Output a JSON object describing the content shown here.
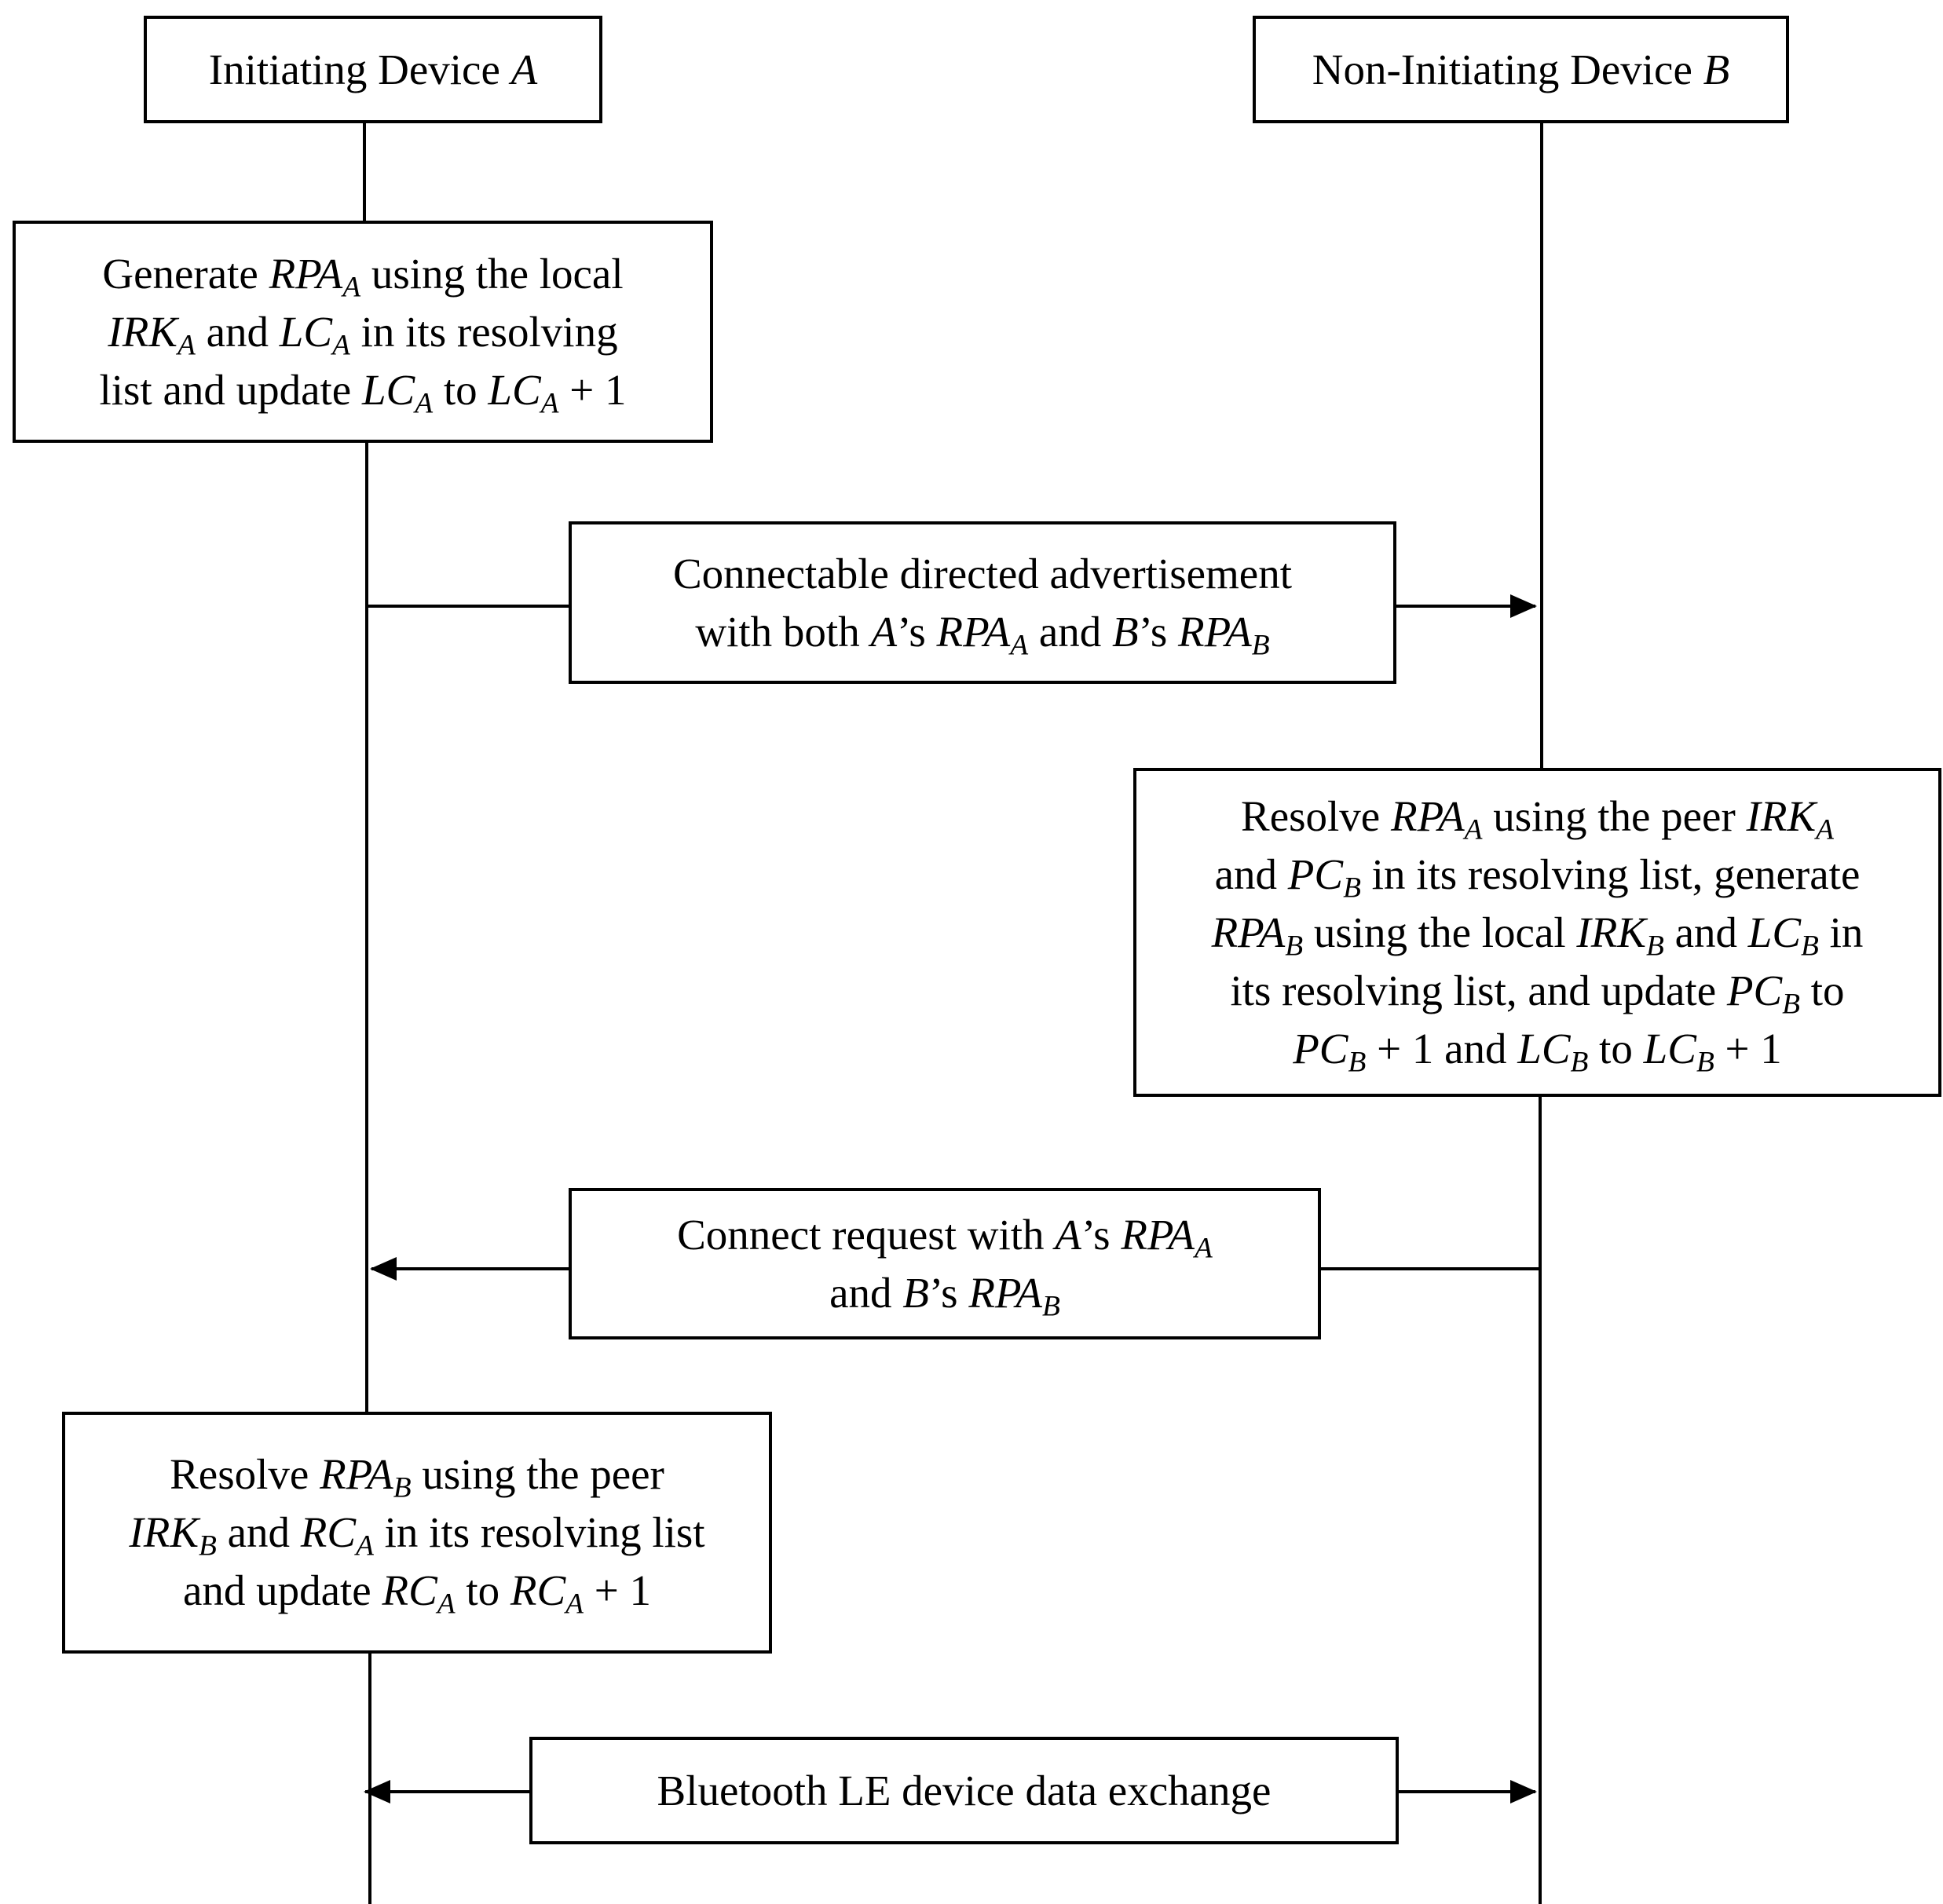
{
  "diagram": {
    "lifelines": [
      {
        "id": "A",
        "label": [
          {
            "t": "Initiating Device "
          },
          {
            "v": "A"
          }
        ]
      },
      {
        "id": "B",
        "label": [
          {
            "t": "Non-Initiating Device "
          },
          {
            "v": "B"
          }
        ]
      }
    ],
    "steps": [
      {
        "id": "gen-a",
        "kind": "process",
        "lines": [
          [
            {
              "t": "Generate "
            },
            {
              "v": "RPA",
              "s": "A"
            },
            {
              "t": " using the local"
            }
          ],
          [
            {
              "v": "IRK",
              "s": "A"
            },
            {
              "t": " and "
            },
            {
              "v": "LC",
              "s": "A"
            },
            {
              "t": " in its resolving"
            }
          ],
          [
            {
              "t": "list and update "
            },
            {
              "v": "LC",
              "s": "A"
            },
            {
              "t": " to "
            },
            {
              "v": "LC",
              "s": "A"
            },
            {
              "t": " + 1"
            }
          ]
        ]
      },
      {
        "id": "msg-adv",
        "kind": "message",
        "direction": "A->B",
        "lines": [
          [
            {
              "t": "Connectable directed advertisement"
            }
          ],
          [
            {
              "t": "with both "
            },
            {
              "v": "A"
            },
            {
              "t": "’s "
            },
            {
              "v": "RPA",
              "s": "A"
            },
            {
              "t": " and "
            },
            {
              "v": "B"
            },
            {
              "t": "’s "
            },
            {
              "v": "RPA",
              "s": "B"
            }
          ]
        ]
      },
      {
        "id": "resolve-b",
        "kind": "process",
        "lines": [
          [
            {
              "t": "Resolve "
            },
            {
              "v": "RPA",
              "s": "A"
            },
            {
              "t": " using the peer "
            },
            {
              "v": "IRK",
              "s": "A"
            }
          ],
          [
            {
              "t": "and "
            },
            {
              "v": "PC",
              "s": "B"
            },
            {
              "t": " in its resolving list, generate"
            }
          ],
          [
            {
              "v": "RPA",
              "s": "B"
            },
            {
              "t": " using the local "
            },
            {
              "v": "IRK",
              "s": "B"
            },
            {
              "t": " and "
            },
            {
              "v": "LC",
              "s": "B"
            },
            {
              "t": " in"
            }
          ],
          [
            {
              "t": "its resolving list, and update "
            },
            {
              "v": "PC",
              "s": "B"
            },
            {
              "t": " to"
            }
          ],
          [
            {
              "v": "PC",
              "s": "B"
            },
            {
              "t": " + 1 and "
            },
            {
              "v": "LC",
              "s": "B"
            },
            {
              "t": " to "
            },
            {
              "v": "LC",
              "s": "B"
            },
            {
              "t": " + 1"
            }
          ]
        ]
      },
      {
        "id": "msg-conn",
        "kind": "message",
        "direction": "B->A",
        "lines": [
          [
            {
              "t": "Connect request with "
            },
            {
              "v": "A"
            },
            {
              "t": "’s "
            },
            {
              "v": "RPA",
              "s": "A"
            }
          ],
          [
            {
              "t": "and "
            },
            {
              "v": "B"
            },
            {
              "t": "’s "
            },
            {
              "v": "RPA",
              "s": "B"
            }
          ]
        ]
      },
      {
        "id": "resolve-a",
        "kind": "process",
        "lines": [
          [
            {
              "t": "Resolve "
            },
            {
              "v": "RPA",
              "s": "B"
            },
            {
              "t": " using the peer"
            }
          ],
          [
            {
              "v": "IRK",
              "s": "B"
            },
            {
              "t": " and "
            },
            {
              "v": "RC",
              "s": "A"
            },
            {
              "t": " in its resolving list"
            }
          ],
          [
            {
              "t": "and update "
            },
            {
              "v": "RC",
              "s": "A"
            },
            {
              "t": " to "
            },
            {
              "v": "RC",
              "s": "A"
            },
            {
              "t": " + 1"
            }
          ]
        ]
      },
      {
        "id": "msg-data",
        "kind": "message",
        "direction": "A<->B",
        "lines": [
          [
            {
              "t": "Bluetooth LE device data exchange"
            }
          ]
        ]
      }
    ]
  }
}
